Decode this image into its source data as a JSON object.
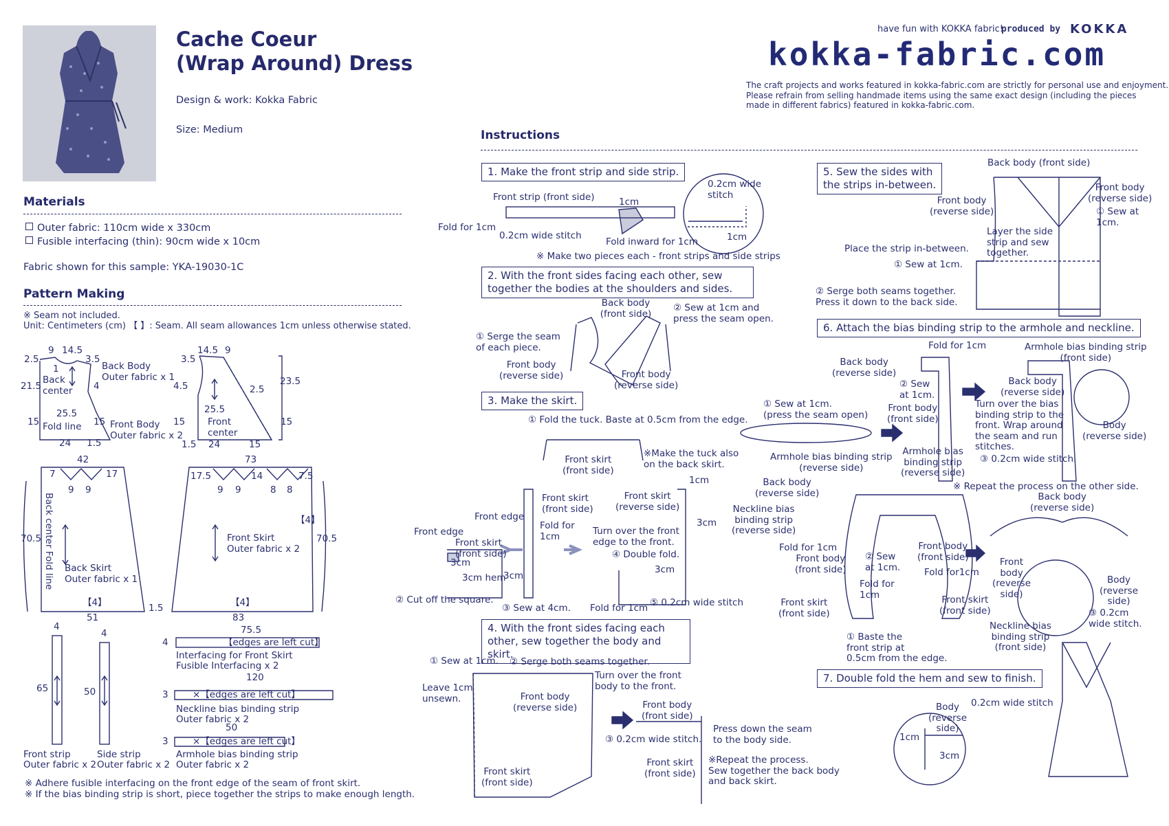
{
  "header": {
    "title_line1": "Cache Coeur",
    "title_line2": "(Wrap Around) Dress",
    "design": "Design & work: Kokka Fabric",
    "size": "Size: Medium",
    "tagline": "have fun with KOKKA fabric!",
    "produced": "produced by",
    "brand": "KOKKA",
    "logo": "kokka-fabric.com",
    "notice1": "The craft projects and works featured in kokka-fabric.com are strictly for personal use and enjoyment.",
    "notice2": "Please refrain from selling handmade items using the same exact design (including the pieces",
    "notice3": "made in different fabrics) featured in kokka-fabric.com."
  },
  "materials": {
    "heading": "Materials",
    "items": [
      "Outer fabric: 110cm wide x 330cm",
      "Fusible interfacing (thin): 90cm wide x 10cm"
    ],
    "sample": "Fabric shown for this sample: YKA-19030-1C"
  },
  "pattern": {
    "heading": "Pattern Making",
    "note1": "※ Seam not included.",
    "note2": "Unit: Centimeters (cm)   【  】: Seam.   All seam allowances 1cm unless otherwise stated.",
    "back_body": {
      "name": "Back Body",
      "fabric": "Outer fabric x 1",
      "center": "Back center",
      "fold": "Fold line",
      "d_9": "9",
      "d_14_5": "14.5",
      "d_2_5": "2.5",
      "d_3_5": "3.5",
      "d_1": "1",
      "d_21_5": "21.5",
      "d_4": "4",
      "d_25_5": "25.5",
      "d_15a": "15",
      "d_15b": "15",
      "d_24": "24",
      "d_1_5": "1.5"
    },
    "front_body": {
      "name": "Front Body",
      "fabric": "Outer fabric x 2",
      "center": "Front center",
      "d_14_5": "14.5",
      "d_9": "9",
      "d_3_5": "3.5",
      "d_4_5": "4.5",
      "d_2_5": "2.5",
      "d_23_5": "23.5",
      "d_25_5": "25.5",
      "d_15a": "15",
      "d_15b": "15",
      "d_1_5": "1.5",
      "d_24": "24",
      "d_15c": "15"
    },
    "back_skirt": {
      "name": "Back Skirt",
      "fabric": "Outer fabric x 1",
      "fold": "Back center Fold line",
      "d_42": "42",
      "d_7": "7",
      "d_17": "17",
      "d_9a": "9",
      "d_9b": "9",
      "d_70_5": "70.5",
      "d_4": "【4】",
      "d_51": "51"
    },
    "front_skirt": {
      "name": "Front Skirt",
      "fabric": "Outer fabric x 2",
      "d_73": "73",
      "d_17_5": "17.5",
      "d_14": "14",
      "d_7_5": "7.5",
      "d_9a": "9",
      "d_9b": "9",
      "d_8a": "8",
      "d_8b": "8",
      "d_4a": "【4】",
      "d_70_5": "70.5",
      "d_4b": "【4】",
      "d_83": "83",
      "d_1_5": "1.5"
    },
    "front_strip": {
      "name": "Front strip",
      "fabric": "Outer fabric x 2",
      "w": "4",
      "h": "65"
    },
    "side_strip": {
      "name": "Side strip",
      "fabric": "Outer fabric x 2",
      "w": "4",
      "h": "50"
    },
    "interfacing": {
      "len": "75.5",
      "w": "4",
      "edge": "【edges are left cut】",
      "name": "Interfacing for Front Skirt",
      "fabric": "Fusible Interfacing x 2"
    },
    "neck_bias": {
      "len": "120",
      "w": "3",
      "edge": "×【edges are left cut】",
      "name": "Neckline bias binding strip",
      "fabric": "Outer fabric x 2"
    },
    "arm_bias": {
      "len": "50",
      "w": "3",
      "edge": "×【edges are left cut】",
      "name": "Armhole bias binding strip",
      "fabric": "Outer fabric x 2"
    },
    "footnote1": "※ Adhere fusible interfacing on the front edge of the seam of front skirt.",
    "footnote2": "※ If the bias binding strip is short, piece together the strips to make enough length."
  },
  "instructions": {
    "heading": "Instructions",
    "s1": {
      "title": "1. Make the front strip and side strip.",
      "front_strip": "Front strip (front side)",
      "one_cm": "1cm",
      "fold_for": "Fold for 1cm",
      "wide": "0.2cm wide stitch",
      "fold_in": "Fold inward for 1cm",
      "c_wide": "0.2cm\nwide stitch",
      "c_1cm": "1cm",
      "note": "※ Make two pieces each - front strips and side strips"
    },
    "s2": {
      "title": "2. With the front sides facing each other, sew together the bodies at the shoulders and sides.",
      "back": "Back body\n(front side)",
      "sew": "② Sew at 1cm and\npress the seam open.",
      "serge": "① Serge the seam\nof each piece.",
      "fb1": "Front body\n(reverse side)",
      "fb2": "Front body\n(reverse side)"
    },
    "s3": {
      "title": "3. Make the skirt.",
      "fold_tuck": "① Fold the tuck. Baste at 0.5cm from the edge.",
      "fs1": "Front skirt\n(front side)",
      "tuck_note": "※Make the tuck also\non the back skirt.",
      "front_edge1": "Front edge",
      "front_edge2": "Front edge",
      "fs2": "Front skirt\n(front side)",
      "fs3": "Front skirt\n(front side)",
      "fold_for": "Fold for\n1cm",
      "c3": "3cm",
      "hem": "3cm hem",
      "c3b": "3cm",
      "cut": "② Cut off the square.",
      "sew4": "③ Sew at 4cm.",
      "fsr": "Front skirt\n(reverse side)",
      "one": "1cm",
      "c3c": "3cm",
      "turn": "Turn over the front\nedge to the front.",
      "dbl": "④ Double fold.",
      "c3d": "3cm",
      "fold1": "Fold for 1cm",
      "wide": "⑤ 0.2cm wide stitch"
    },
    "s4": {
      "title": "4. With the front sides facing each other, sew together the body and skirt.",
      "sew1": "① Sew at 1cm.",
      "serge": "② Serge both seams together.",
      "leave": "Leave 1cm\nunsewn.",
      "fbr": "Front body\n(reverse side)",
      "turn": "Turn over the front\nbody to the front.",
      "fbf": "Front body\n(front side)",
      "wide": "③ 0.2cm wide stitch.",
      "press": "Press down the seam\nto the body side.",
      "fs1": "Front skirt\n(front side)",
      "fs2": "Front skirt\n(front side)",
      "repeat": "※Repeat the process.\nSew together the back body\nand back skirt."
    },
    "s5": {
      "title": "5. Sew the sides with\n    the strips in-between.",
      "back": "Back body (front side)",
      "fbr": "Front body\n(reverse side)",
      "fbr2": "Front body\n(reverse side)",
      "sew1": "① Sew at\n1cm.",
      "layer": "Layer the side\nstrip and sew\ntogether.",
      "place": "Place the strip in-between.",
      "sew2": "① Sew at 1cm.",
      "serge": "② Serge both seams together.\nPress it down to the back side."
    },
    "s6": {
      "title": "6. Attach the bias binding strip to the armhole and neckline.",
      "fold1": "Fold for 1cm",
      "arm_bias_f": "Armhole bias binding strip\n(front side)",
      "back_r": "Back body\n(reverse side)",
      "sew2": "② Sew\nat 1cm.",
      "back_r2": "Back body\n(reverse side)",
      "sew1": "① Sew at 1cm.\n(press the seam open)",
      "front_f": "Front body\n(front side)",
      "turn": "Turn over the bias\nbinding strip to the\nfront. Wrap around\nthe seam and run\nstitches.",
      "body_r": "Body\n(reverse side)",
      "arm_bias_r": "Armhole bias binding strip\n(reverse side)",
      "arm_bias_r2": "Armhole bias\nbinding strip\n(reverse side)",
      "wide3": "③ 0.2cm wide stitch.",
      "repeat": "※ Repeat the process on the other side.",
      "back_r3": "Back body\n(reverse side)",
      "neck_r": "Neckline bias\nbinding strip\n(reverse side)",
      "back_r4": "Back body\n(reverse side)",
      "fold2": "Fold for 1cm",
      "fbf": "Front body\n(front side)",
      "sew2b": "② Sew\nat 1cm.",
      "fbf2": "Front body\n(front side)",
      "fold3": "Fold for1cm",
      "fold4": "Fold for\n1cm",
      "fsf": "Front skirt\n(front side)",
      "fsf2": "Front skirt\n(front side)",
      "front_body_r": "Front\nbody\n(reverse\nside)",
      "body_r2": "Body\n(reverse\nside)",
      "wide3b": "③ 0.2cm\nwide stitch.",
      "neck_f": "Neckline bias\nbinding strip\n(front side)",
      "baste": "① Baste the\nfront strip at\n0.5cm from the edge."
    },
    "s7": {
      "title": "7. Double fold the hem and sew to finish.",
      "body": "Body\n(reverse\nside)",
      "wide": "0.2cm wide stitch",
      "one": "1cm",
      "three": "3cm"
    }
  }
}
